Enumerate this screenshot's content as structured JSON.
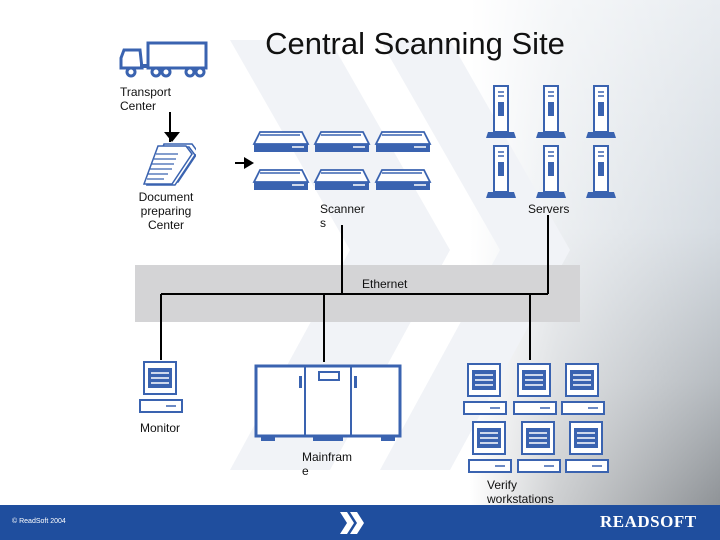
{
  "title": "Central Scanning Site",
  "labels": {
    "transport_center": "Transport\nCenter",
    "document_center": "Document\npreparing\nCenter",
    "scanners": "Scanner\ns",
    "servers": "Servers",
    "ethernet": "Ethernet",
    "monitor": "Monitor",
    "mainframe": "Mainfram\ne",
    "verify": "Verify\nworkstations"
  },
  "footer": {
    "copyright": "© ReadSoft 2004",
    "brand": "READSOFT"
  },
  "colors": {
    "footer": "#1f4e9e",
    "icon_fill": "#3a63b0",
    "ethernet_band": "#d4d4d6"
  },
  "icons": [
    "truck-icon",
    "document-stack-icon",
    "scanner-icon",
    "server-icon",
    "workstation-icon",
    "mainframe-icon",
    "chevron-logo-icon"
  ]
}
